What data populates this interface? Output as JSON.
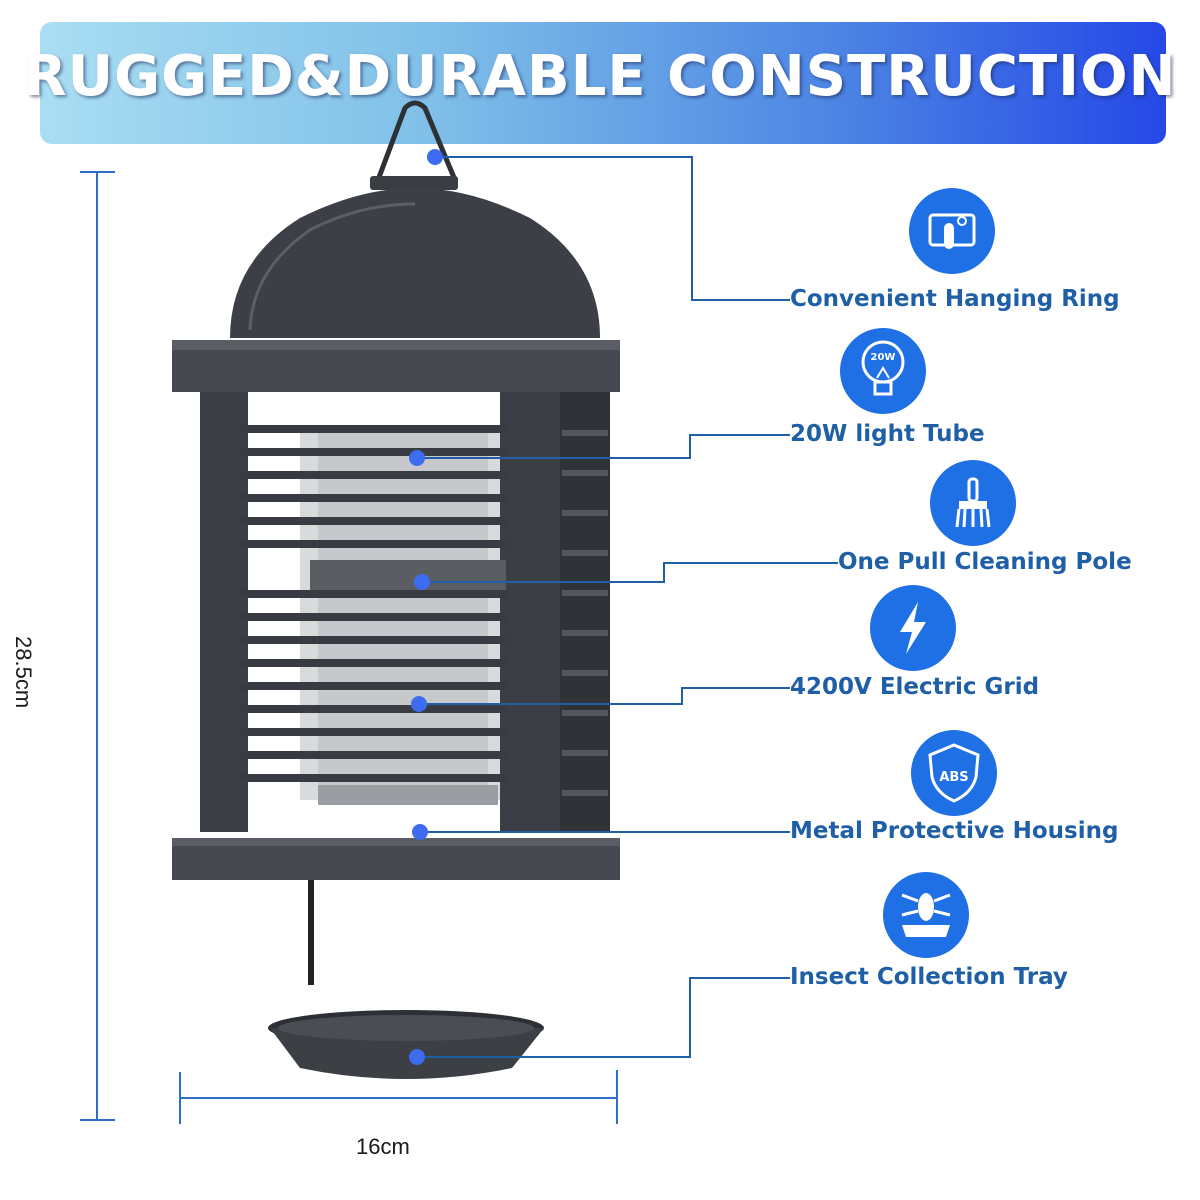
{
  "banner": {
    "title": "RUGGED&DURABLE CONSTRUCTION"
  },
  "dimensions": {
    "height": "28.5cm",
    "width": "16cm"
  },
  "features": [
    {
      "label": "Convenient Hanging Ring",
      "icon": "hand-hanging-icon"
    },
    {
      "label": "20W light Tube",
      "icon": "lightbulb-icon",
      "icon_text": "20W"
    },
    {
      "label": "One Pull Cleaning Pole",
      "icon": "brush-icon"
    },
    {
      "label": "4200V Electric Grid",
      "icon": "lightning-icon"
    },
    {
      "label": "Metal Protective Housing",
      "icon": "shield-icon",
      "icon_text": "ABS"
    },
    {
      "label": "Insect Collection Tray",
      "icon": "insect-tray-icon"
    }
  ],
  "colors": {
    "accent": "#1f6fe5",
    "label": "#1e5fa6",
    "dot": "#3d6cf0",
    "device": "#3a3d42"
  }
}
